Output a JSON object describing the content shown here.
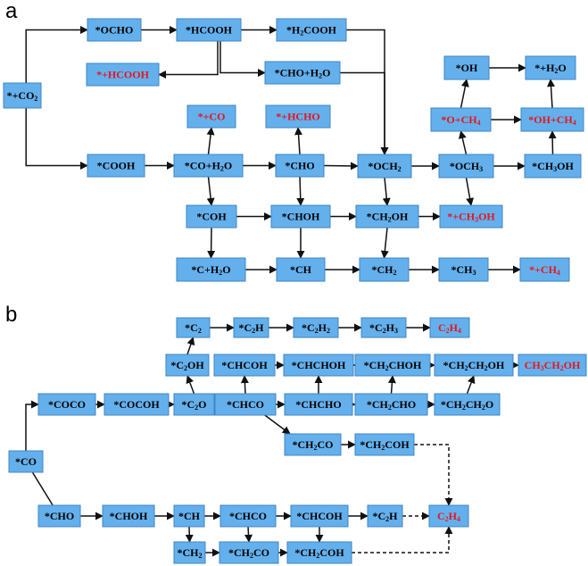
{
  "panels": [
    {
      "label": "a",
      "nodes": [
        {
          "id": "co2",
          "text": "*+CO",
          "sub": "2",
          "tail": "",
          "color": "black"
        },
        {
          "id": "ocho",
          "text": "*OCHO",
          "sub": "",
          "tail": "",
          "color": "black"
        },
        {
          "id": "hcooh",
          "text": "*HCOOH",
          "sub": "",
          "tail": "",
          "color": "black"
        },
        {
          "id": "h2cooh",
          "text": "*H",
          "sub": "2",
          "tail": "COOH",
          "color": "black"
        },
        {
          "id": "plushcooh",
          "text": "*+HCOOH",
          "sub": "",
          "tail": "",
          "color": "red"
        },
        {
          "id": "choh2o",
          "text": "*CHO+H",
          "sub": "2",
          "tail": "O",
          "color": "black"
        },
        {
          "id": "oh",
          "text": "*OH",
          "sub": "",
          "tail": "",
          "color": "black"
        },
        {
          "id": "plush2o",
          "text": "*+H",
          "sub": "2",
          "tail": "O",
          "color": "black"
        },
        {
          "id": "plusco",
          "text": "*+CO",
          "sub": "",
          "tail": "",
          "color": "red"
        },
        {
          "id": "plushcho",
          "text": "*+HCHO",
          "sub": "",
          "tail": "",
          "color": "red"
        },
        {
          "id": "och4",
          "text": "*O+CH",
          "sub": "4",
          "tail": "",
          "color": "red"
        },
        {
          "id": "ohch4",
          "text": "*OH+CH",
          "sub": "4",
          "tail": "",
          "color": "red"
        },
        {
          "id": "cooh",
          "text": "*COOH",
          "sub": "",
          "tail": "",
          "color": "black"
        },
        {
          "id": "coh2o",
          "text": "*CO+H",
          "sub": "2",
          "tail": "O",
          "color": "black"
        },
        {
          "id": "cho",
          "text": "*CHO",
          "sub": "",
          "tail": "",
          "color": "black"
        },
        {
          "id": "och2",
          "text": "*OCH",
          "sub": "2",
          "tail": "",
          "color": "black"
        },
        {
          "id": "och3",
          "text": "*OCH",
          "sub": "3",
          "tail": "",
          "color": "black"
        },
        {
          "id": "ch3oh",
          "text": "*CH",
          "sub": "3",
          "tail": "OH",
          "color": "black"
        },
        {
          "id": "coh",
          "text": "*COH",
          "sub": "",
          "tail": "",
          "color": "black"
        },
        {
          "id": "choh",
          "text": "*CHOH",
          "sub": "",
          "tail": "",
          "color": "black"
        },
        {
          "id": "ch2oh",
          "text": "*CH",
          "sub": "2",
          "tail": "OH",
          "color": "black"
        },
        {
          "id": "plusch3oh",
          "text": "*+CH",
          "sub": "3",
          "tail": "OH",
          "color": "red"
        },
        {
          "id": "ch2o_c",
          "text": "*C+H",
          "sub": "2",
          "tail": "O",
          "color": "black"
        },
        {
          "id": "ch",
          "text": "*CH",
          "sub": "",
          "tail": "",
          "color": "black"
        },
        {
          "id": "ch2",
          "text": "*CH",
          "sub": "2",
          "tail": "",
          "color": "black"
        },
        {
          "id": "ch3",
          "text": "*CH",
          "sub": "3",
          "tail": "",
          "color": "black"
        },
        {
          "id": "plusch4",
          "text": "*+CH",
          "sub": "4",
          "tail": "",
          "color": "red"
        }
      ],
      "edges": [
        {
          "from": "co2",
          "to": "ocho"
        },
        {
          "from": "co2",
          "to": "cooh"
        },
        {
          "from": "ocho",
          "to": "hcooh"
        },
        {
          "from": "hcooh",
          "to": "h2cooh"
        },
        {
          "from": "hcooh",
          "to": "plushcooh"
        },
        {
          "from": "hcooh",
          "to": "choh2o"
        },
        {
          "from": "h2cooh",
          "to": "och2"
        },
        {
          "from": "choh2o",
          "to": "och2"
        },
        {
          "from": "oh",
          "to": "plush2o"
        },
        {
          "from": "och4",
          "to": "oh"
        },
        {
          "from": "och4",
          "to": "ohch4"
        },
        {
          "from": "ohch4",
          "to": "plush2o"
        },
        {
          "from": "cooh",
          "to": "coh2o"
        },
        {
          "from": "coh2o",
          "to": "plusco"
        },
        {
          "from": "coh2o",
          "to": "cho"
        },
        {
          "from": "coh2o",
          "to": "coh"
        },
        {
          "from": "cho",
          "to": "plushcho"
        },
        {
          "from": "cho",
          "to": "och2"
        },
        {
          "from": "cho",
          "to": "choh"
        },
        {
          "from": "och2",
          "to": "och3"
        },
        {
          "from": "och2",
          "to": "ch2oh"
        },
        {
          "from": "och3",
          "to": "och4"
        },
        {
          "from": "och3",
          "to": "ch3oh"
        },
        {
          "from": "och3",
          "to": "plusch3oh"
        },
        {
          "from": "ch3oh",
          "to": "ohch4"
        },
        {
          "from": "coh",
          "to": "choh"
        },
        {
          "from": "coh",
          "to": "ch2o_c"
        },
        {
          "from": "choh",
          "to": "ch2oh"
        },
        {
          "from": "choh",
          "to": "ch"
        },
        {
          "from": "ch2oh",
          "to": "plusch3oh"
        },
        {
          "from": "ch2oh",
          "to": "ch2"
        },
        {
          "from": "ch2o_c",
          "to": "ch"
        },
        {
          "from": "ch",
          "to": "ch2"
        },
        {
          "from": "ch2",
          "to": "ch3"
        },
        {
          "from": "ch3",
          "to": "plusch4"
        }
      ]
    },
    {
      "label": "b",
      "nodes": [
        {
          "id": "c2",
          "text": "*C",
          "sub": "2",
          "tail": "",
          "color": "black"
        },
        {
          "id": "c2h",
          "text": "*C",
          "sub": "2",
          "tail": "H",
          "color": "black"
        },
        {
          "id": "c2h2",
          "text": "*C",
          "sub": "2",
          "tail": "H",
          "sub2": "2",
          "color": "black"
        },
        {
          "id": "c2h3",
          "text": "*C",
          "sub": "2",
          "tail": "H",
          "sub2": "3",
          "color": "black"
        },
        {
          "id": "c2h4top",
          "text": "C",
          "sub": "2",
          "tail": "H",
          "sub2": "4",
          "color": "red"
        },
        {
          "id": "c2oh",
          "text": "*C",
          "sub": "2",
          "tail": "OH",
          "color": "black"
        },
        {
          "id": "chcoh",
          "text": "*CHCOH",
          "sub": "",
          "tail": "",
          "color": "black"
        },
        {
          "id": "chchoh",
          "text": "*CHCHOH",
          "sub": "",
          "tail": "",
          "color": "black"
        },
        {
          "id": "ch2choh",
          "text": "*CH",
          "sub": "2",
          "tail": "CHOH",
          "color": "black"
        },
        {
          "id": "ch2ch2oh",
          "text": "*CH",
          "sub": "2",
          "tail": "CH",
          "sub2": "2",
          "tail2": "OH",
          "color": "black"
        },
        {
          "id": "ch3ch2oh",
          "text": "CH",
          "sub": "3",
          "tail": "CH",
          "sub2": "2",
          "tail2": "OH",
          "color": "red"
        },
        {
          "id": "coco",
          "text": "*COCO",
          "sub": "",
          "tail": "",
          "color": "black"
        },
        {
          "id": "cocoh",
          "text": "*COCOH",
          "sub": "",
          "tail": "",
          "color": "black"
        },
        {
          "id": "c2o",
          "text": "*C",
          "sub": "2",
          "tail": "O",
          "color": "black"
        },
        {
          "id": "chco",
          "text": "*CHCO",
          "sub": "",
          "tail": "",
          "color": "black"
        },
        {
          "id": "chcho",
          "text": "*CHCHO",
          "sub": "",
          "tail": "",
          "color": "black"
        },
        {
          "id": "ch2cho",
          "text": "*CH",
          "sub": "2",
          "tail": "CHO",
          "color": "black"
        },
        {
          "id": "ch2ch2o",
          "text": "*CH",
          "sub": "2",
          "tail": "CH",
          "sub2": "2",
          "tail2": "O",
          "color": "black"
        },
        {
          "id": "ch2co_m",
          "text": "*CH",
          "sub": "2",
          "tail": "CO",
          "color": "black"
        },
        {
          "id": "ch2coh_m",
          "text": "*CH",
          "sub": "2",
          "tail": "COH",
          "color": "black"
        },
        {
          "id": "co",
          "text": "*CO",
          "sub": "",
          "tail": "",
          "color": "black"
        },
        {
          "id": "b_cho",
          "text": "*CHO",
          "sub": "",
          "tail": "",
          "color": "black"
        },
        {
          "id": "b_choh",
          "text": "*CHOH",
          "sub": "",
          "tail": "",
          "color": "black"
        },
        {
          "id": "b_ch",
          "text": "*CH",
          "sub": "",
          "tail": "",
          "color": "black"
        },
        {
          "id": "b_chco",
          "text": "*CHCO",
          "sub": "",
          "tail": "",
          "color": "black"
        },
        {
          "id": "b_chcoh",
          "text": "*CHCOH",
          "sub": "",
          "tail": "",
          "color": "black"
        },
        {
          "id": "b_c2h",
          "text": "*C",
          "sub": "2",
          "tail": "H",
          "color": "black"
        },
        {
          "id": "c2h4bot",
          "text": "C",
          "sub": "2",
          "tail": "H",
          "sub2": "4",
          "color": "red"
        },
        {
          "id": "b_ch2",
          "text": "*CH",
          "sub": "2",
          "tail": "",
          "color": "black"
        },
        {
          "id": "b_ch2co",
          "text": "*CH",
          "sub": "2",
          "tail": "CO",
          "color": "black"
        },
        {
          "id": "b_ch2coh",
          "text": "*CH",
          "sub": "2",
          "tail": "COH",
          "color": "black"
        }
      ],
      "edges": [
        {
          "from": "c2",
          "to": "c2h"
        },
        {
          "from": "c2h",
          "to": "c2h2"
        },
        {
          "from": "c2h2",
          "to": "c2h3"
        },
        {
          "from": "c2h3",
          "to": "c2h4top"
        },
        {
          "from": "c2oh",
          "to": "c2"
        },
        {
          "from": "chcoh",
          "to": "chchoh"
        },
        {
          "from": "chchoh",
          "to": "ch2choh"
        },
        {
          "from": "ch2choh",
          "to": "ch2ch2oh"
        },
        {
          "from": "ch2ch2oh",
          "to": "ch3ch2oh"
        },
        {
          "from": "c2o",
          "to": "c2oh"
        },
        {
          "from": "chco",
          "to": "chcoh"
        },
        {
          "from": "chcho",
          "to": "chchoh"
        },
        {
          "from": "ch2cho",
          "to": "ch2choh"
        },
        {
          "from": "ch2ch2o",
          "to": "ch2ch2oh"
        },
        {
          "from": "co",
          "to": "coco"
        },
        {
          "from": "coco",
          "to": "cocoh"
        },
        {
          "from": "cocoh",
          "to": "c2o"
        },
        {
          "from": "c2o",
          "to": "chco"
        },
        {
          "from": "chco",
          "to": "chcho"
        },
        {
          "from": "chco",
          "to": "ch2co_m"
        },
        {
          "from": "chcho",
          "to": "ch2cho"
        },
        {
          "from": "ch2cho",
          "to": "ch2ch2o"
        },
        {
          "from": "ch2co_m",
          "to": "ch2coh_m"
        },
        {
          "from": "ch2coh_m",
          "to": "c2h4bot",
          "style": "dashed"
        },
        {
          "from": "co",
          "to": "b_cho"
        },
        {
          "from": "b_cho",
          "to": "b_choh"
        },
        {
          "from": "b_choh",
          "to": "b_ch"
        },
        {
          "from": "b_ch",
          "to": "b_chco"
        },
        {
          "from": "b_ch",
          "to": "b_ch2"
        },
        {
          "from": "b_chco",
          "to": "b_chcoh"
        },
        {
          "from": "b_chco",
          "to": "b_ch2co"
        },
        {
          "from": "b_chcoh",
          "to": "b_c2h"
        },
        {
          "from": "b_chcoh",
          "to": "b_ch2coh"
        },
        {
          "from": "b_c2h",
          "to": "c2h4bot",
          "style": "dashed"
        },
        {
          "from": "b_ch2",
          "to": "b_ch2co"
        },
        {
          "from": "b_ch2co",
          "to": "b_ch2coh"
        },
        {
          "from": "b_ch2coh",
          "to": "c2h4bot",
          "style": "dashed"
        }
      ]
    }
  ],
  "colors": {
    "box_fill": "#64b0ec",
    "box_stroke": "#3f86c4",
    "text_black": "#000000",
    "text_red": "#e8151b",
    "edge": "#111111"
  }
}
